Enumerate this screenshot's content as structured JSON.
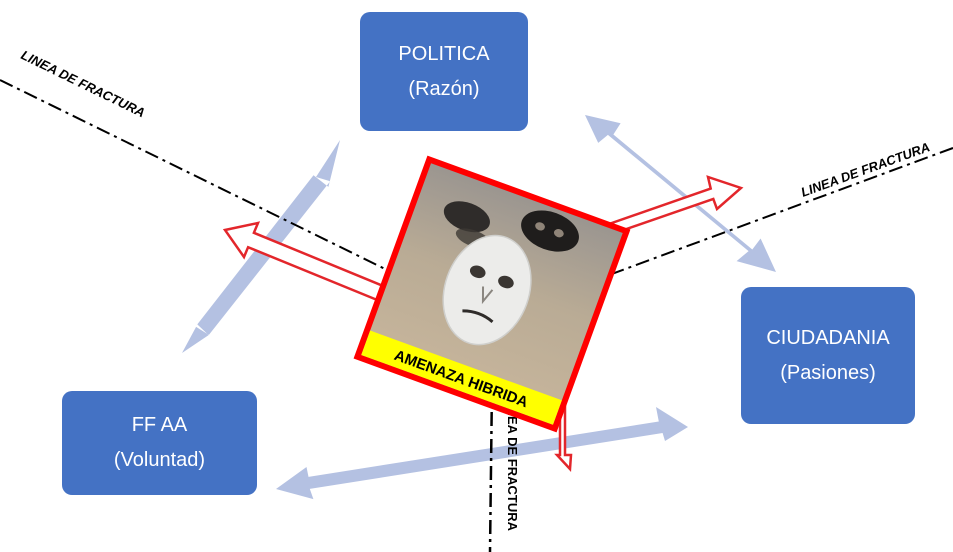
{
  "nodes": {
    "politica": {
      "title": "POLITICA",
      "subtitle": "(Razón)"
    },
    "ciudadania": {
      "title": "CIUDADANIA",
      "subtitle": "(Pasiones)"
    },
    "ffaa": {
      "title": "FF AA",
      "subtitle": "(Voluntad)"
    }
  },
  "center": {
    "label": "AMENAZA HIBRIDA"
  },
  "fracture_lines": {
    "left": "LINEA DE FRACTURA",
    "right": "LINEA DE FRACTURA",
    "bottom": "LINEA DE FRACTURA"
  },
  "colors": {
    "box": "#4472c4",
    "link_arrow": "#b4c1e2",
    "threat_arrow": "#e3262b",
    "frame": "#ff0000",
    "label_band": "#ffff00"
  }
}
